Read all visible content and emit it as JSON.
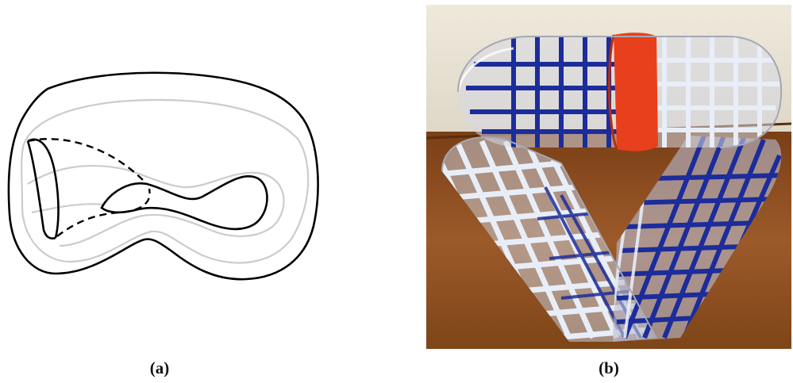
{
  "figure": {
    "panels": [
      {
        "caption": "(a)",
        "content": "line-drawing-klein-bottle"
      },
      {
        "caption": "(b)",
        "content": "photo-klein-bottle-grid-model"
      }
    ],
    "colors": {
      "drawing_stroke": "#000000",
      "drawing_hidden": "#cccccc",
      "wall": "#eae5d8",
      "table": "#8a4a1e",
      "grid_blue": "#1c2c9a",
      "grid_white": "#e8eef8",
      "band_orange": "#e8401c"
    }
  }
}
